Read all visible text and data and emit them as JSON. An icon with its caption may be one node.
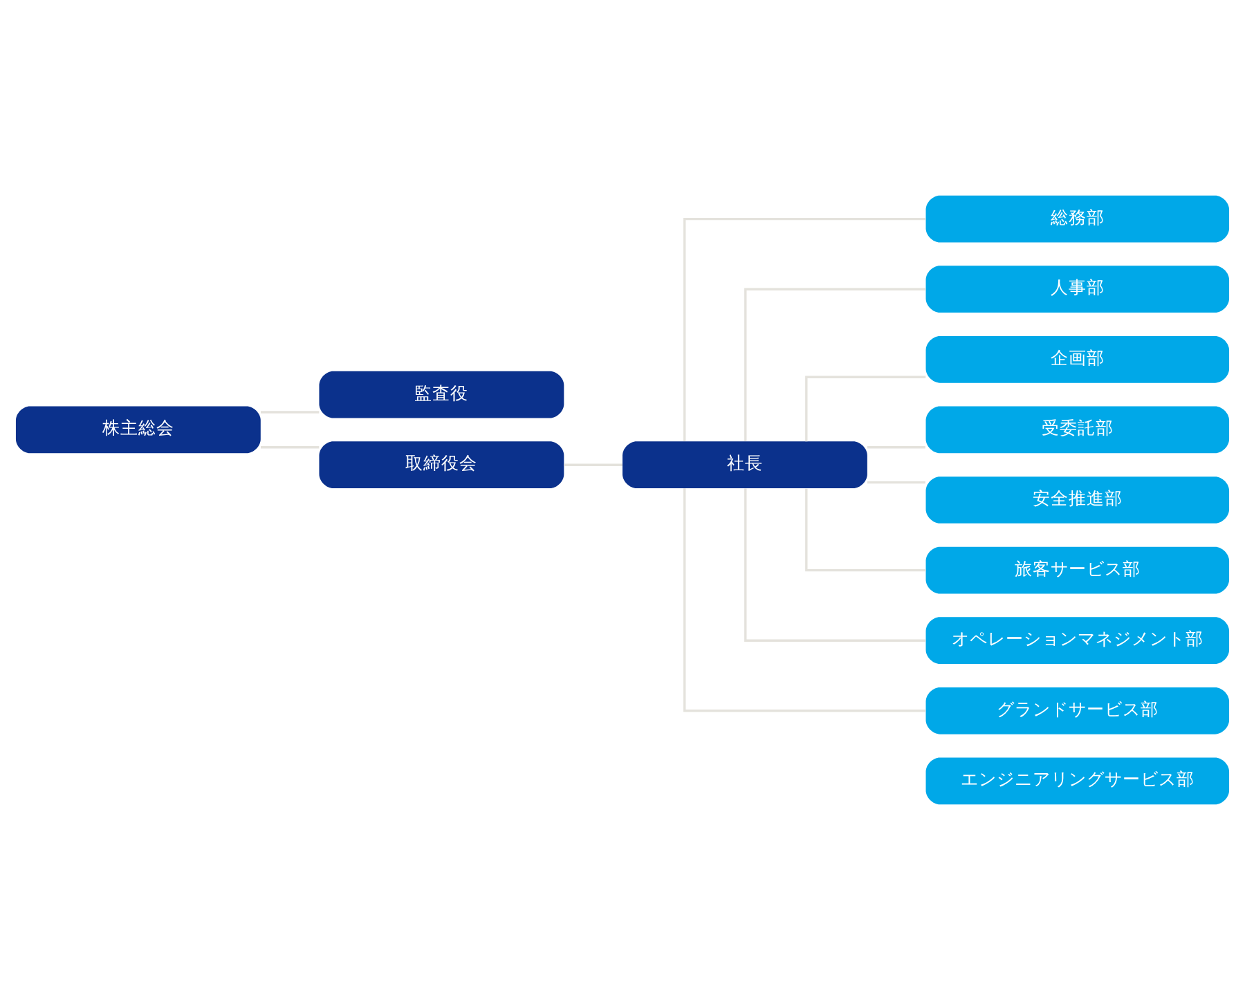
{
  "diagram": {
    "nodes": [
      {
        "text": [
          "株主総会"
        ]
      },
      {
        "text": [
          "監査役"
        ]
      },
      {
        "text": [
          "取締役会"
        ]
      },
      {
        "text": [
          "社長"
        ]
      },
      {
        "text": [
          "総務部"
        ]
      },
      {
        "text": [
          "人事部"
        ]
      },
      {
        "text": [
          "企画部"
        ]
      },
      {
        "text": [
          "受委託部"
        ]
      },
      {
        "text": [
          "安全推進部"
        ]
      },
      {
        "text": [
          "旅客サービス部"
        ]
      },
      {
        "text": [
          "オペレーションマネジメント部"
        ]
      },
      {
        "text": [
          "グランドサービス部"
        ]
      },
      {
        "text": [
          "エンジニアリングサービス部"
        ]
      }
    ],
    "edges": [
      {
        "from": 0,
        "to": 1,
        "arrow": "none"
      },
      {
        "from": 0,
        "to": 2,
        "arrow": "none"
      },
      {
        "from": 2,
        "to": 3,
        "arrow": "none"
      },
      {
        "from": 3,
        "to": 4,
        "arrow": "none"
      },
      {
        "from": 3,
        "to": 5,
        "arrow": "none"
      },
      {
        "from": 3,
        "to": 6,
        "arrow": "none"
      },
      {
        "from": 3,
        "to": 7,
        "arrow": "none"
      },
      {
        "from": 3,
        "to": 8,
        "arrow": "none"
      },
      {
        "from": 3,
        "to": 9,
        "arrow": "none"
      },
      {
        "from": 3,
        "to": 10,
        "arrow": "none"
      },
      {
        "from": 3,
        "to": 11,
        "arrow": "none"
      }
    ]
  }
}
